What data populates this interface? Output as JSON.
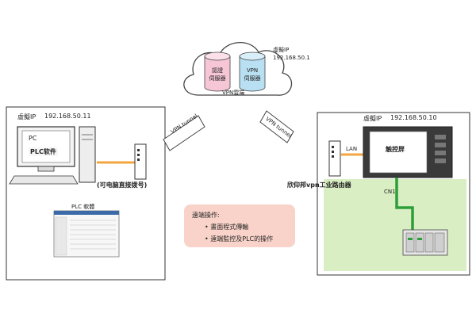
{
  "cloud": {
    "virtual_ip_label": "虛擬IP",
    "virtual_ip": "192.168.50.1",
    "auth_server": "認證\n伺服器",
    "vpn_server": "VPN\n伺服器",
    "cloud_label": "VPN雲端"
  },
  "left_site": {
    "virtual_ip_label": "虛擬IP",
    "virtual_ip": "192.168.50.11",
    "pc_label": "PC",
    "plc_software": "PLC软件",
    "router_caption": "(可电脑直接拨号)",
    "tunnel_label": "VPN tunnel",
    "plc_software_screen_label": "PLC 軟體"
  },
  "right_site": {
    "virtual_ip_label": "虛擬IP",
    "virtual_ip": "192.168.50.10",
    "lan_label": "LAN",
    "hmi_label": "触控屏",
    "cn1_label": "CN1",
    "router_caption": "欣仰邦vpn工业路由器",
    "tunnel_label": "VPN tunnel"
  },
  "remote_ops": {
    "title": "遠端操作:",
    "items": [
      "• 畫面程式傳輸",
      "• 遠端監控及PLC的操作"
    ]
  },
  "colors": {
    "cloud_db_pink": "#f6c6d6",
    "cloud_db_blue": "#b9dff2",
    "orange_link": "#f2a640",
    "green_link": "#2e9e3a",
    "plc_area": "#d9efc3",
    "remote_box": "#f9d3c9"
  }
}
